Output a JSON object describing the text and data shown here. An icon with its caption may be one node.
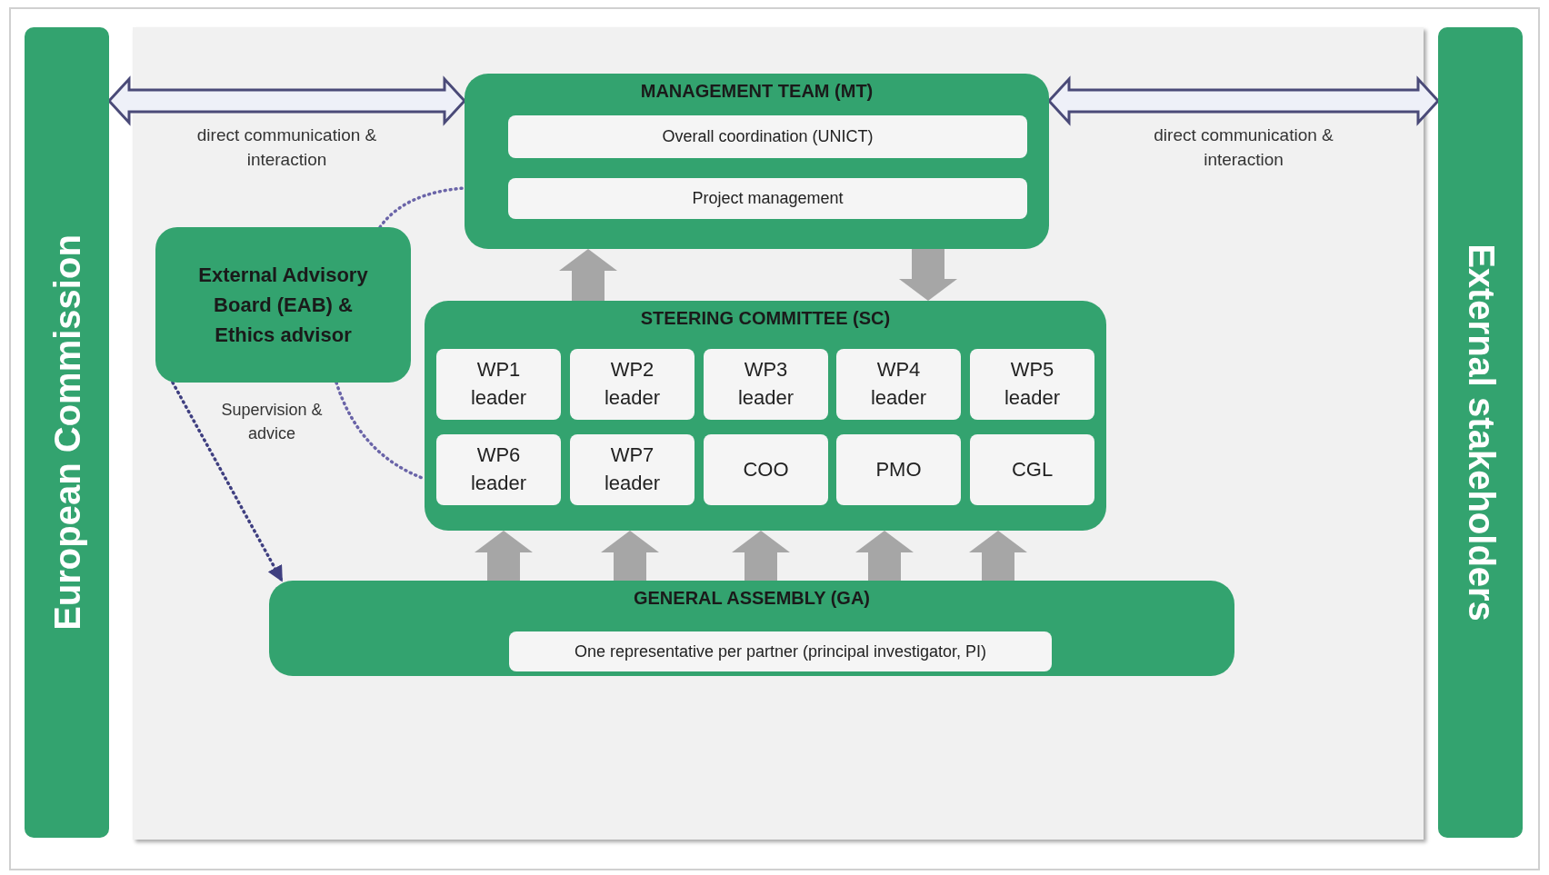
{
  "diagram": {
    "nodes": [
      {
        "text": [
          "European Commission"
        ]
      },
      {
        "text": [
          "MANAGEMENT TEAM (MT)"
        ]
      },
      {
        "text": [
          "Overall coordination (UNICT)"
        ],
        "in": 1
      },
      {
        "text": [
          "Project management"
        ],
        "in": 1
      },
      {
        "text": [
          "External Advisory Board (EAB) & Ethics advisor"
        ]
      },
      {
        "text": [
          "STEERING COMMITTEE (SC)"
        ]
      },
      {
        "text": [
          "WP1 leader"
        ],
        "in": 5
      },
      {
        "text": [
          "WP2 leader"
        ],
        "in": 5
      },
      {
        "text": [
          "WP3 leader"
        ],
        "in": 5
      },
      {
        "text": [
          "WP4 leader"
        ],
        "in": 5
      },
      {
        "text": [
          "WP5 leader"
        ],
        "in": 5
      },
      {
        "text": [
          "WP6 leader"
        ],
        "in": 5
      },
      {
        "text": [
          "WP7 leader"
        ],
        "in": 5
      },
      {
        "text": [
          "COO"
        ],
        "in": 5
      },
      {
        "text": [
          "PMO"
        ],
        "in": 5
      },
      {
        "text": [
          "CGL"
        ],
        "in": 5
      },
      {
        "text": [
          "GENERAL ASSEMBLY (GA)"
        ]
      },
      {
        "text": [
          "One representative per partner (principal investigator, PI)"
        ],
        "in": 16
      },
      {
        "text": [
          "External stakeholders"
        ]
      }
    ],
    "edges": [
      {
        "from": 0,
        "to": 1,
        "arrow": "both",
        "label": "direct communication & interaction",
        "color": "#4a4a78"
      },
      {
        "from": 1,
        "to": 18,
        "arrow": "both",
        "label": "direct communication & interaction",
        "color": "#4a4a78"
      },
      {
        "from": 1,
        "to": 5,
        "arrow": "to",
        "style": "thick"
      },
      {
        "from": 5,
        "to": 1,
        "arrow": "to",
        "style": "thick"
      },
      {
        "from": 16,
        "to": 5,
        "arrow": "to",
        "style": "thick"
      },
      {
        "from": 16,
        "to": 5,
        "arrow": "to",
        "style": "thick"
      },
      {
        "from": 16,
        "to": 5,
        "arrow": "to",
        "style": "thick"
      },
      {
        "from": 16,
        "to": 5,
        "arrow": "to",
        "style": "thick"
      },
      {
        "from": 16,
        "to": 5,
        "arrow": "to",
        "style": "thick"
      },
      {
        "from": 4,
        "to": 1,
        "arrow": "none",
        "style": "dashed",
        "color": "#6a64a8"
      },
      {
        "from": 4,
        "to": 5,
        "arrow": "none",
        "style": "dashed",
        "color": "#6a64a8"
      },
      {
        "from": 4,
        "to": 16,
        "arrow": "to",
        "style": "dashed",
        "color": "#3f3f80"
      }
    ],
    "labels": [
      "Supervision & advice"
    ]
  }
}
